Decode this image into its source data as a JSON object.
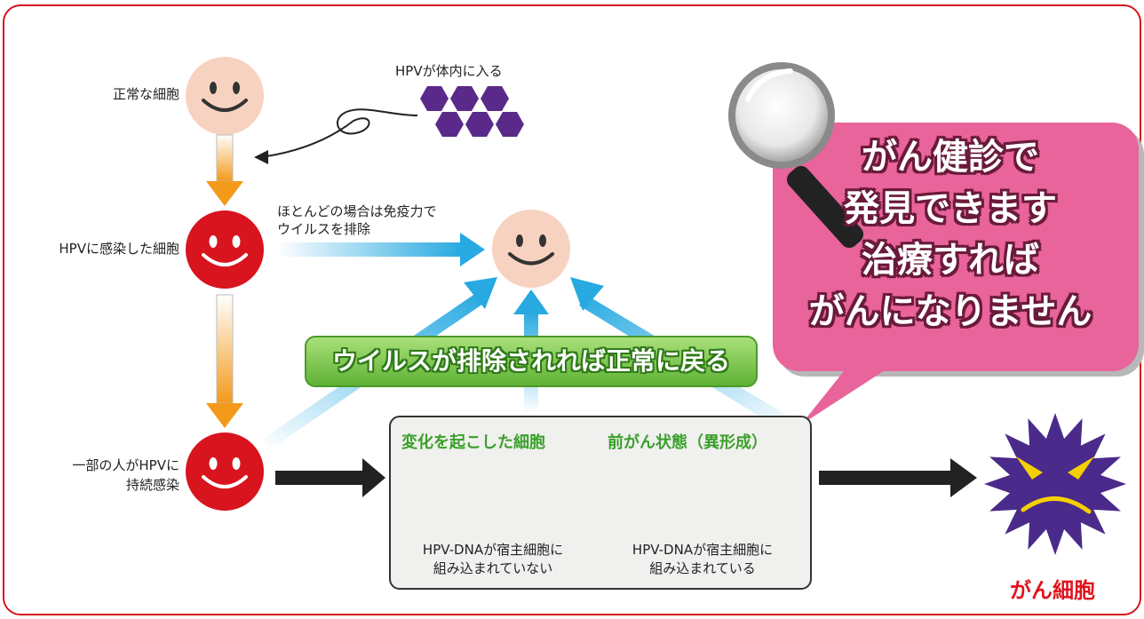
{
  "labels": {
    "normal_cell": "正常な細胞",
    "hpv_enters": "HPVが体内に入る",
    "infected_cell": "HPVに感染した細胞",
    "immune_line1": "ほとんどの場合は免疫力で",
    "immune_line2": "ウイルスを排除",
    "persistent_line1": "一部の人がHPVに",
    "persistent_line2": "持続感染",
    "green_banner": "ウイルスが排除されれば正常に戻る",
    "changed_cell": "変化を起こした細胞",
    "precancer": "前がん状態（異形成）",
    "dna_not_integrated_line1": "HPV-DNAが宿主細胞に",
    "dna_not_integrated_line2": "組み込まれていない",
    "dna_integrated_line1": "HPV-DNAが宿主細胞に",
    "dna_integrated_line2": "組み込まれている",
    "bubble_line1": "がん健診で",
    "bubble_line2": "発見できます",
    "bubble_line3": "治療すれば",
    "bubble_line4": "がんになりません",
    "cancer_cell": "がん細胞"
  },
  "colors": {
    "frame": "#d8141e",
    "normal_face": "#f8d2c0",
    "infected_face": "#d8141e",
    "virus": "#5a2a8a",
    "banner_green": "#5fb236",
    "bubble_pink": "#e8649a",
    "cancer_purple": "#4a2a8a",
    "arrow_blue": "#27a9e1",
    "arrow_orange": "#f39a1b"
  },
  "icons": [
    "smile-face-icon",
    "virus-hexagon-icon",
    "magnifier-icon",
    "cloud-face-icon",
    "cancer-cell-icon"
  ]
}
